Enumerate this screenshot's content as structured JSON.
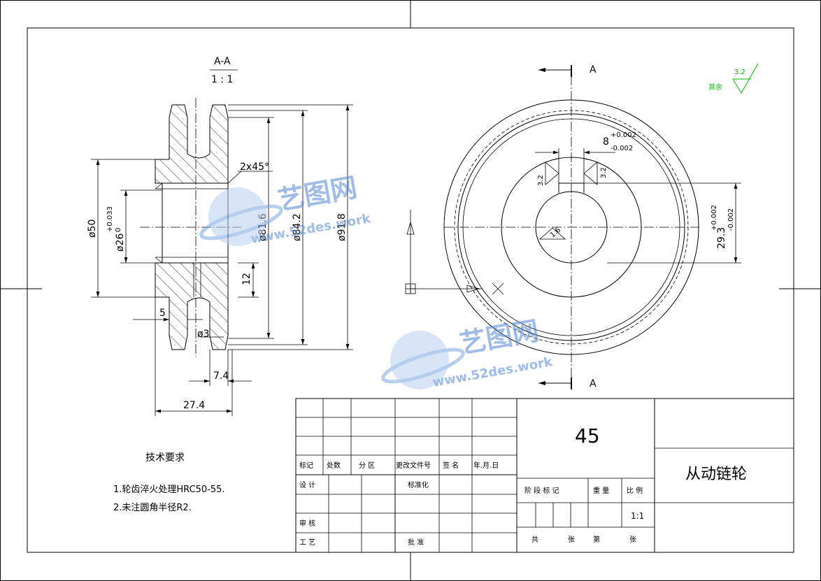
{
  "section": {
    "label": "A-A",
    "scale": "1 : 1"
  },
  "view_labels": {
    "top": "A",
    "bottom": "A"
  },
  "roughness": {
    "note": "其余",
    "value": "3.2"
  },
  "dims": {
    "d50": "ø50",
    "d26": "ø26",
    "d26_tol_upper": "+0.033",
    "d26_tol_lower": "0",
    "chamfer": "2x45°",
    "d81_6": "ø81.6",
    "d84_2": "ø84.2",
    "d91_8": "ø91.8",
    "w12": "12",
    "w5": "5",
    "d3": "ø3",
    "w7_4": "7.4",
    "w27_4": "27.4",
    "key_w": "8",
    "key_w_upper": "+0.002",
    "key_w_lower": "-0.002",
    "key_h": "29.3",
    "key_h_upper": "+0.002",
    "key_h_lower": "-0.002",
    "rough_left": "3.2",
    "rough_right": "3.2",
    "rough_bore": "1.6"
  },
  "notes": {
    "title": "技术要求",
    "items": [
      "1.轮齿淬火处理HRC50-55.",
      "2.未注圆角半径R2."
    ]
  },
  "watermark": {
    "cn": "艺图网",
    "url": "www.52des.work"
  },
  "title_block": {
    "material": "45",
    "part_name": "从动链轮",
    "rev_headers": [
      "标记",
      "处数",
      "分 区",
      "更改文件号",
      "签 名",
      "年.月.日"
    ],
    "sign_rows": [
      "设 计",
      "审 核",
      "工 艺"
    ],
    "std_label": "标准化",
    "approve_label": "批 准",
    "stage_headers": [
      "阶 段 标 记",
      "重 量",
      "比 例"
    ],
    "scale": "1:1",
    "sheet_info": [
      "共",
      "张",
      "第",
      "张"
    ]
  }
}
